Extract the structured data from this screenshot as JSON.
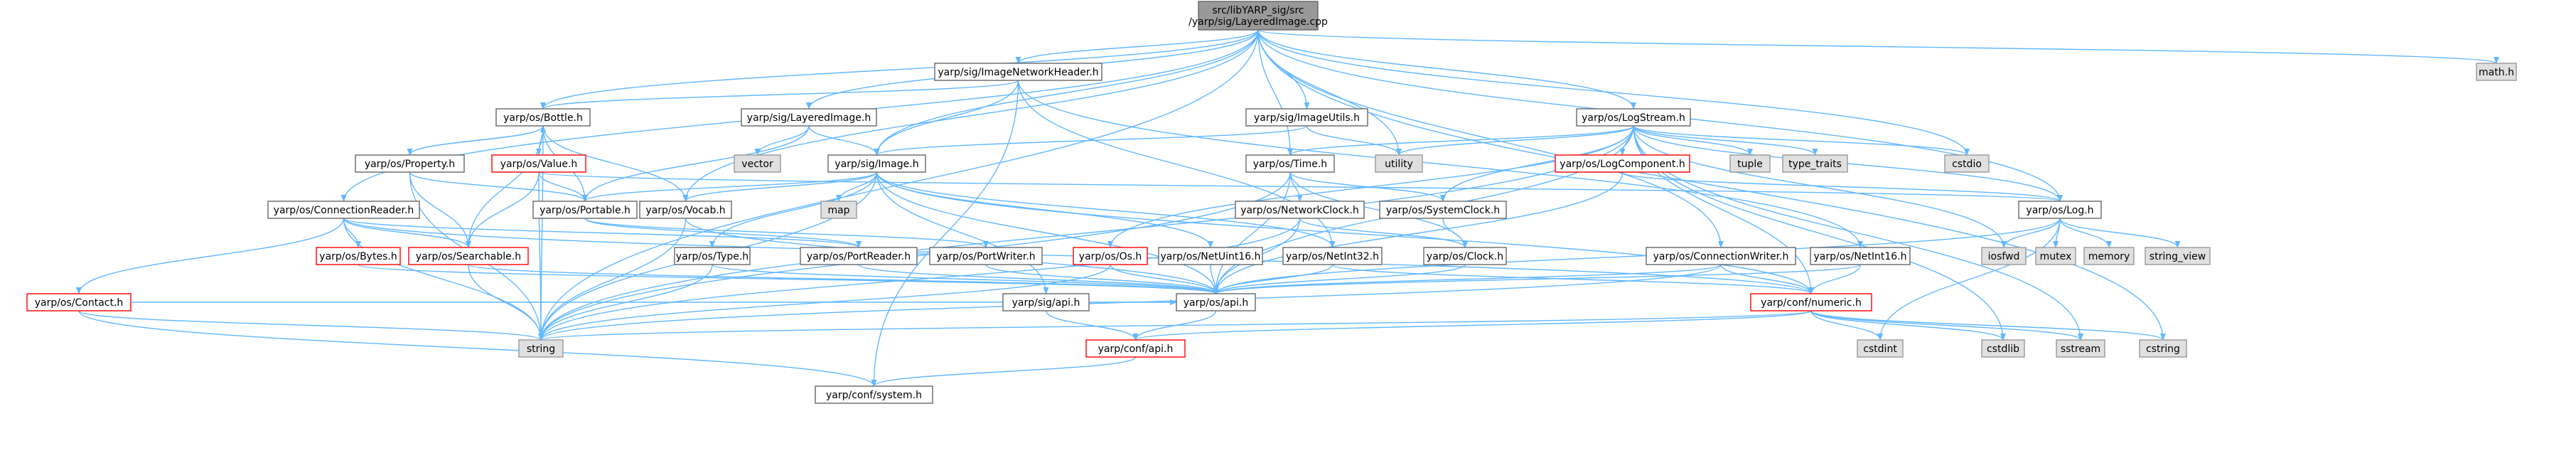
{
  "colors": {
    "edge": "#63b8ff",
    "node_fill": "#ffffff",
    "node_stroke_doc": "#666666",
    "node_stroke_red": "#ff0000",
    "node_fill_sys": "#e0e0e0",
    "node_stroke_sys": "#999999",
    "root_fill": "#999999",
    "root_stroke": "#666666",
    "text": "#000000"
  },
  "nodes": [
    {
      "id": "root",
      "label": "src/libYARP_sig/src\n/yarp/sig/LayeredImage.cpp",
      "kind": "root"
    },
    {
      "id": "imgnet",
      "label": "yarp/sig/ImageNetworkHeader.h",
      "kind": "doc"
    },
    {
      "id": "math",
      "label": "math.h",
      "kind": "sys"
    },
    {
      "id": "bottle",
      "label": "yarp/os/Bottle.h",
      "kind": "doc"
    },
    {
      "id": "layered",
      "label": "yarp/sig/LayeredImage.h",
      "kind": "doc"
    },
    {
      "id": "imgutils",
      "label": "yarp/sig/ImageUtils.h",
      "kind": "doc"
    },
    {
      "id": "logstream",
      "label": "yarp/os/LogStream.h",
      "kind": "doc"
    },
    {
      "id": "property",
      "label": "yarp/os/Property.h",
      "kind": "doc"
    },
    {
      "id": "value",
      "label": "yarp/os/Value.h",
      "kind": "red"
    },
    {
      "id": "vector",
      "label": "vector",
      "kind": "sys"
    },
    {
      "id": "image",
      "label": "yarp/sig/Image.h",
      "kind": "doc"
    },
    {
      "id": "time",
      "label": "yarp/os/Time.h",
      "kind": "doc"
    },
    {
      "id": "utility",
      "label": "utility",
      "kind": "sys"
    },
    {
      "id": "logcomp",
      "label": "yarp/os/LogComponent.h",
      "kind": "red"
    },
    {
      "id": "tuple",
      "label": "tuple",
      "kind": "sys"
    },
    {
      "id": "typetraits",
      "label": "type_traits",
      "kind": "sys"
    },
    {
      "id": "cstdio",
      "label": "cstdio",
      "kind": "sys"
    },
    {
      "id": "connreader",
      "label": "yarp/os/ConnectionReader.h",
      "kind": "doc"
    },
    {
      "id": "portable",
      "label": "yarp/os/Portable.h",
      "kind": "doc"
    },
    {
      "id": "vocab",
      "label": "yarp/os/Vocab.h",
      "kind": "doc"
    },
    {
      "id": "map",
      "label": "map",
      "kind": "sys"
    },
    {
      "id": "netclock",
      "label": "yarp/os/NetworkClock.h",
      "kind": "doc"
    },
    {
      "id": "sysclock",
      "label": "yarp/os/SystemClock.h",
      "kind": "doc"
    },
    {
      "id": "log",
      "label": "yarp/os/Log.h",
      "kind": "doc"
    },
    {
      "id": "bytes",
      "label": "yarp/os/Bytes.h",
      "kind": "red"
    },
    {
      "id": "searchable",
      "label": "yarp/os/Searchable.h",
      "kind": "red"
    },
    {
      "id": "type",
      "label": "yarp/os/Type.h",
      "kind": "doc"
    },
    {
      "id": "portreader",
      "label": "yarp/os/PortReader.h",
      "kind": "doc"
    },
    {
      "id": "portwriter",
      "label": "yarp/os/PortWriter.h",
      "kind": "doc"
    },
    {
      "id": "os",
      "label": "yarp/os/Os.h",
      "kind": "red"
    },
    {
      "id": "netint16a",
      "label": "yarp/os/NetUint16.h",
      "kind": "doc"
    },
    {
      "id": "netint32",
      "label": "yarp/os/NetInt32.h",
      "kind": "doc"
    },
    {
      "id": "clock",
      "label": "yarp/os/Clock.h",
      "kind": "doc"
    },
    {
      "id": "connwriter",
      "label": "yarp/os/ConnectionWriter.h",
      "kind": "doc"
    },
    {
      "id": "netint16b",
      "label": "yarp/os/NetInt16.h",
      "kind": "doc"
    },
    {
      "id": "iosfwd",
      "label": "iosfwd",
      "kind": "sys"
    },
    {
      "id": "mutex",
      "label": "mutex",
      "kind": "sys"
    },
    {
      "id": "memory",
      "label": "memory",
      "kind": "sys"
    },
    {
      "id": "stringview",
      "label": "string_view",
      "kind": "sys"
    },
    {
      "id": "contact",
      "label": "yarp/os/Contact.h",
      "kind": "red"
    },
    {
      "id": "sigapi",
      "label": "yarp/sig/api.h",
      "kind": "doc"
    },
    {
      "id": "osapi",
      "label": "yarp/os/api.h",
      "kind": "doc"
    },
    {
      "id": "numeric",
      "label": "yarp/conf/numeric.h",
      "kind": "red"
    },
    {
      "id": "string",
      "label": "string",
      "kind": "sys"
    },
    {
      "id": "confapi",
      "label": "yarp/conf/api.h",
      "kind": "red"
    },
    {
      "id": "cstdint",
      "label": "cstdint",
      "kind": "sys"
    },
    {
      "id": "cstdlib",
      "label": "cstdlib",
      "kind": "sys"
    },
    {
      "id": "sstream",
      "label": "sstream",
      "kind": "sys"
    },
    {
      "id": "cstring",
      "label": "cstring",
      "kind": "sys"
    },
    {
      "id": "system",
      "label": "yarp/conf/system.h",
      "kind": "doc"
    }
  ],
  "edges": [
    [
      "root",
      "imgnet"
    ],
    [
      "root",
      "math"
    ],
    [
      "root",
      "bottle"
    ],
    [
      "root",
      "layered"
    ],
    [
      "root",
      "imgutils"
    ],
    [
      "root",
      "logstream"
    ],
    [
      "root",
      "utility"
    ],
    [
      "root",
      "cstdio"
    ],
    [
      "root",
      "image"
    ],
    [
      "root",
      "time"
    ],
    [
      "root",
      "connreader"
    ],
    [
      "root",
      "vocab"
    ],
    [
      "root",
      "log"
    ],
    [
      "root",
      "connwriter"
    ],
    [
      "root",
      "string"
    ],
    [
      "root",
      "cstring"
    ],
    [
      "imgnet",
      "bottle"
    ],
    [
      "imgnet",
      "image"
    ],
    [
      "imgnet",
      "netint32"
    ],
    [
      "imgnet",
      "netint16b"
    ],
    [
      "imgnet",
      "system"
    ],
    [
      "bottle",
      "property"
    ],
    [
      "bottle",
      "value"
    ],
    [
      "bottle",
      "portable"
    ],
    [
      "bottle",
      "searchable"
    ],
    [
      "bottle",
      "vocab"
    ],
    [
      "bottle",
      "string"
    ],
    [
      "property",
      "bottle"
    ],
    [
      "property",
      "portable"
    ],
    [
      "property",
      "searchable"
    ],
    [
      "property",
      "string"
    ],
    [
      "value",
      "bottle"
    ],
    [
      "value",
      "portable"
    ],
    [
      "value",
      "searchable"
    ],
    [
      "value",
      "string"
    ],
    [
      "value",
      "log"
    ],
    [
      "layered",
      "vector"
    ],
    [
      "layered",
      "image"
    ],
    [
      "layered",
      "portable"
    ],
    [
      "imgutils",
      "image"
    ],
    [
      "imgutils",
      "utility"
    ],
    [
      "logstream",
      "logcomp"
    ],
    [
      "logstream",
      "tuple"
    ],
    [
      "logstream",
      "typetraits"
    ],
    [
      "logstream",
      "cstdio"
    ],
    [
      "logstream",
      "utility"
    ],
    [
      "logstream",
      "time"
    ],
    [
      "logstream",
      "log"
    ],
    [
      "logstream",
      "os"
    ],
    [
      "logstream",
      "sysclock"
    ],
    [
      "logstream",
      "osapi"
    ],
    [
      "logstream",
      "string"
    ],
    [
      "logstream",
      "iosfwd"
    ],
    [
      "logstream",
      "sstream"
    ],
    [
      "logstream",
      "numeric"
    ],
    [
      "logstream",
      "cstdlib"
    ],
    [
      "logcomp",
      "log"
    ],
    [
      "logcomp",
      "osapi"
    ],
    [
      "image",
      "portable"
    ],
    [
      "image",
      "vocab"
    ],
    [
      "image",
      "map"
    ],
    [
      "image",
      "type"
    ],
    [
      "image",
      "sigapi"
    ],
    [
      "image",
      "netint32"
    ],
    [
      "image",
      "netint16a"
    ],
    [
      "image",
      "osapi"
    ],
    [
      "image",
      "numeric"
    ],
    [
      "image",
      "string"
    ],
    [
      "time",
      "netclock"
    ],
    [
      "time",
      "sysclock"
    ],
    [
      "time",
      "clock"
    ],
    [
      "time",
      "osapi"
    ],
    [
      "time",
      "string"
    ],
    [
      "netclock",
      "clock"
    ],
    [
      "netclock",
      "osapi"
    ],
    [
      "netclock",
      "string"
    ],
    [
      "sysclock",
      "clock"
    ],
    [
      "connreader",
      "bytes"
    ],
    [
      "connreader",
      "searchable"
    ],
    [
      "connreader",
      "contact"
    ],
    [
      "connreader",
      "portreader"
    ],
    [
      "connreader",
      "numeric"
    ],
    [
      "connreader",
      "string"
    ],
    [
      "portable",
      "portreader"
    ],
    [
      "portable",
      "portwriter"
    ],
    [
      "vocab",
      "osapi"
    ],
    [
      "vocab",
      "string"
    ],
    [
      "log",
      "iosfwd"
    ],
    [
      "log",
      "mutex"
    ],
    [
      "log",
      "memory"
    ],
    [
      "log",
      "stringview"
    ],
    [
      "log",
      "cstdint"
    ],
    [
      "log",
      "osapi"
    ],
    [
      "searchable",
      "osapi"
    ],
    [
      "searchable",
      "string"
    ],
    [
      "type",
      "osapi"
    ],
    [
      "type",
      "string"
    ],
    [
      "portreader",
      "osapi"
    ],
    [
      "portwriter",
      "osapi"
    ],
    [
      "os",
      "osapi"
    ],
    [
      "os",
      "string"
    ],
    [
      "netint16a",
      "osapi"
    ],
    [
      "netint32",
      "osapi"
    ],
    [
      "netint32",
      "numeric"
    ],
    [
      "clock",
      "osapi"
    ],
    [
      "connwriter",
      "osapi"
    ],
    [
      "connwriter",
      "numeric"
    ],
    [
      "connwriter",
      "string"
    ],
    [
      "netint16b",
      "osapi"
    ],
    [
      "netint16b",
      "numeric"
    ],
    [
      "bytes",
      "osapi"
    ],
    [
      "contact",
      "osapi"
    ],
    [
      "contact",
      "string"
    ],
    [
      "contact",
      "system"
    ],
    [
      "sigapi",
      "confapi"
    ],
    [
      "osapi",
      "confapi"
    ],
    [
      "numeric",
      "confapi"
    ],
    [
      "numeric",
      "cstdint"
    ],
    [
      "numeric",
      "cstdlib"
    ],
    [
      "numeric",
      "sstream"
    ],
    [
      "numeric",
      "cstring"
    ],
    [
      "numeric",
      "string"
    ],
    [
      "confapi",
      "system"
    ]
  ]
}
